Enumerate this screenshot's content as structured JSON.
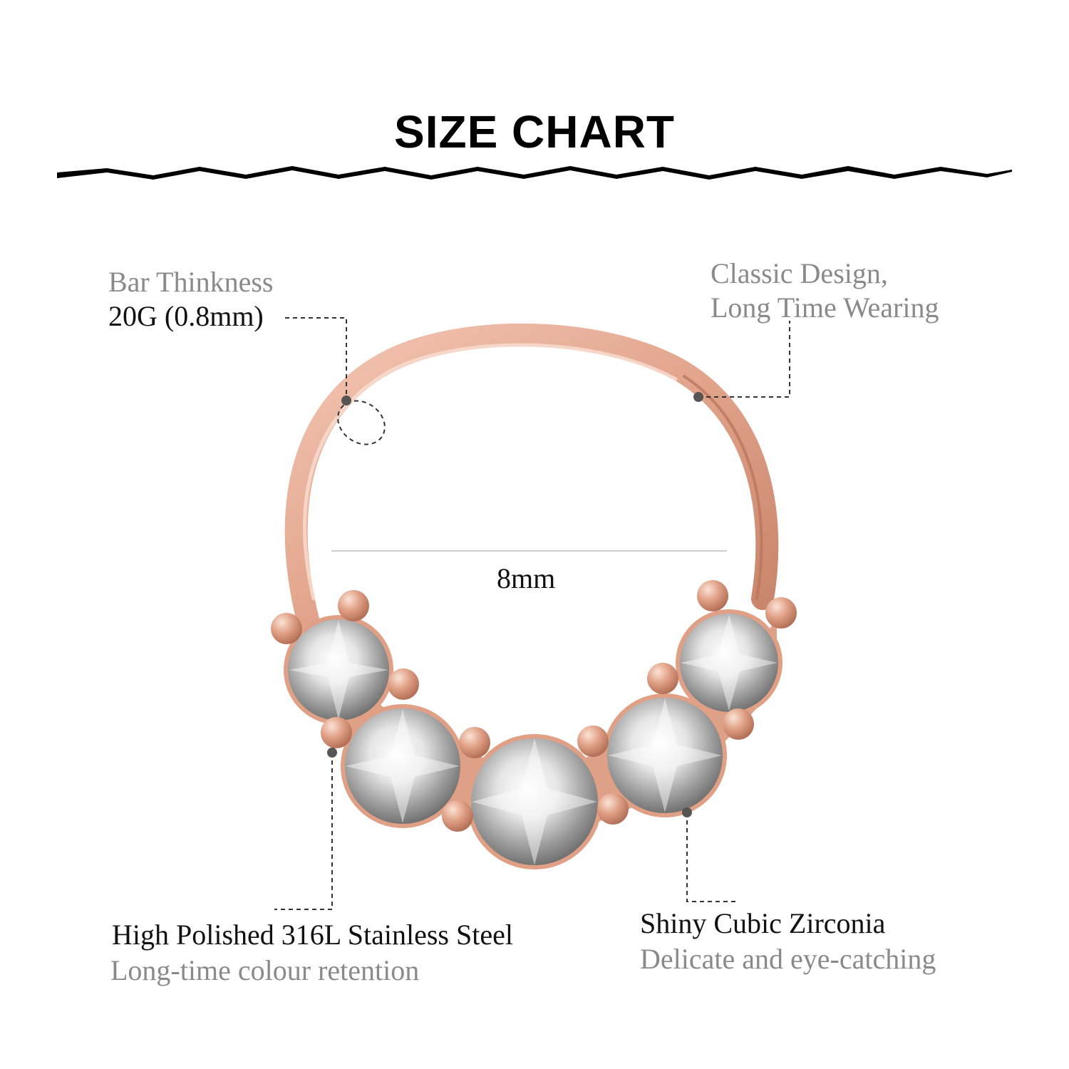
{
  "title": "SIZE CHART",
  "colors": {
    "ring": "#e2a48c",
    "ring_highlight": "#f6d4c4",
    "ring_shadow": "#b87259",
    "stone": "#d8d8d8",
    "callout_line": "#333333",
    "label_primary": "#111111",
    "label_secondary": "#8a8a8a"
  },
  "callouts": {
    "bar_thickness": {
      "heading": "Bar Thinkness",
      "value": "20G  (0.8mm)"
    },
    "design": {
      "line1": "Classic Design,",
      "line2": "Long Time Wearing"
    },
    "material": {
      "heading": "High Polished 316L Stainless Steel",
      "detail": "Long-time colour retention"
    },
    "stones": {
      "heading": "Shiny Cubic Zirconia",
      "detail": "Delicate and eye-catching"
    }
  },
  "dimension": {
    "diameter": "8mm"
  }
}
